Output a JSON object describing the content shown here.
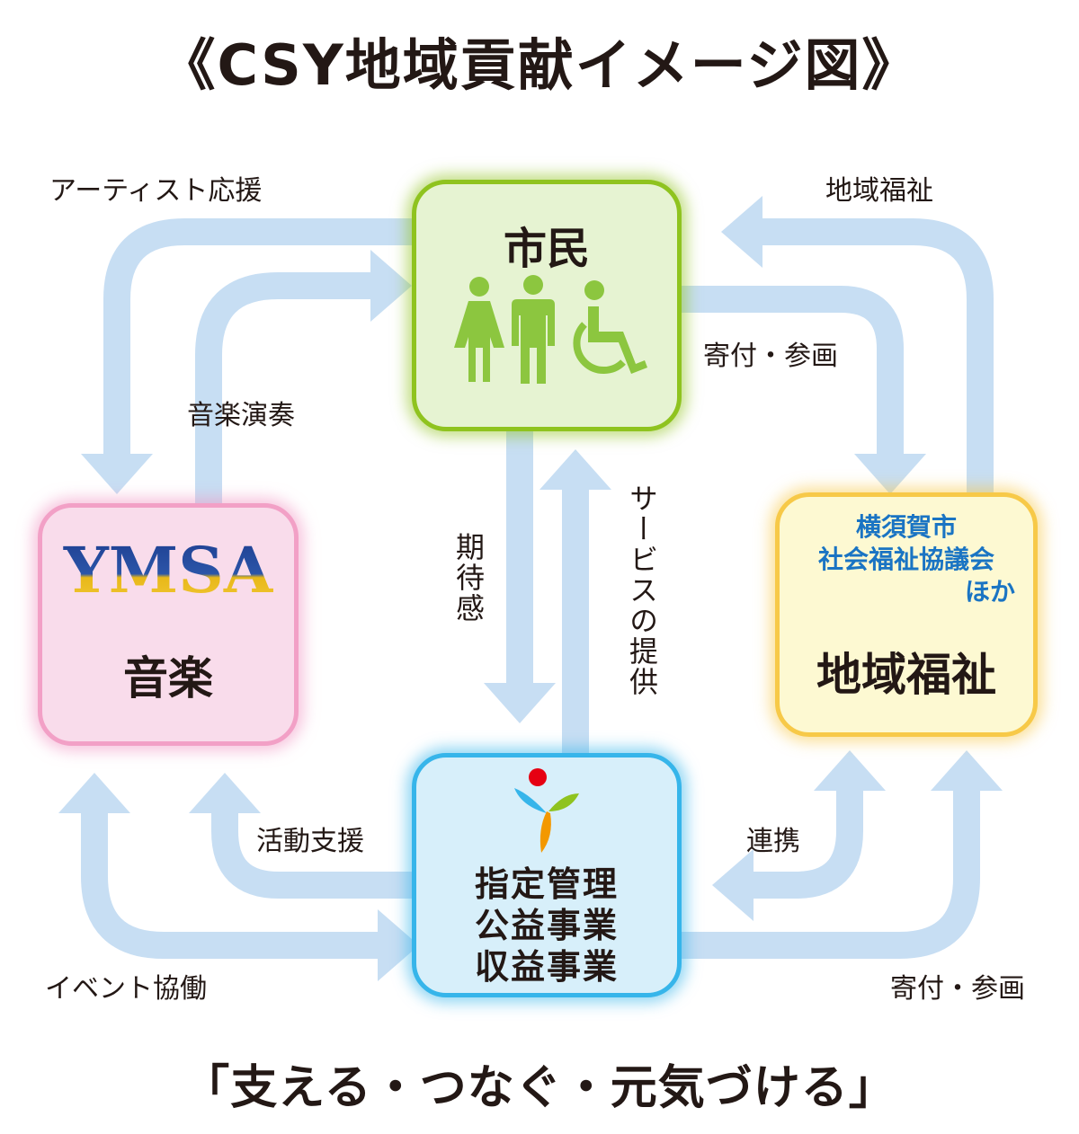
{
  "title": "《CSY地域貢献イメージ図》",
  "slogan": "「支える・つなぐ・元気づける」",
  "nodes": {
    "citizen": {
      "title": "市民"
    },
    "music": {
      "logo_text": "YMSA",
      "title": "音楽"
    },
    "welfare": {
      "org_lines": [
        "横須賀市",
        "社会福祉協議会",
        "ほか"
      ],
      "title": "地域福祉"
    },
    "csy": {
      "lines": [
        "指定管理",
        "公益事業",
        "収益事業"
      ]
    }
  },
  "flows": {
    "artist_support": "アーティスト応援",
    "music_performance": "音楽演奏",
    "local_welfare": "地域福祉",
    "donation_top": "寄付・参画",
    "expectation": "期待感",
    "service_provision": "サービスの提供",
    "activity_support": "活動支援",
    "collaboration": "連携",
    "event_collab": "イベント協働",
    "donation_bottom": "寄付・参画"
  },
  "colors": {
    "arrow": "#c7def3",
    "citizen_border": "#8fc31f",
    "music_border": "#f2a0c6",
    "welfare_border": "#f7c948",
    "csy_border": "#36b5ea",
    "welfare_org_text": "#1a74c3",
    "ymsa_blue": "#1d3d8f",
    "ymsa_gold": "#e8b818",
    "person_icon": "#8cc63f"
  }
}
